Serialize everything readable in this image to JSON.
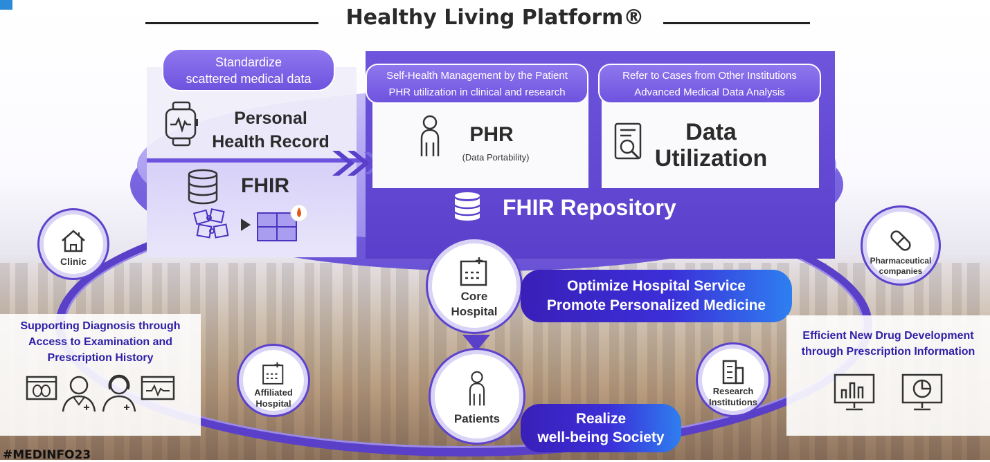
{
  "title": "Healthy Living Platform®",
  "standardize_bubble": [
    "Standardize",
    "scattered medical data"
  ],
  "personal_health_record": [
    "Personal",
    "Health Record"
  ],
  "fhir_label": "FHIR",
  "phr_bubble": [
    "Self-Health Management by the Patient",
    "PHR utilization in clinical and research"
  ],
  "phr_title": "PHR",
  "phr_subtitle": "(Data Portability)",
  "data_bubble": [
    "Refer to Cases from Other Institutions",
    "Advanced Medical Data Analysis"
  ],
  "data_title": [
    "Data",
    "Utilization"
  ],
  "repository_label": "FHIR Repository",
  "nodes": {
    "clinic": "Clinic",
    "core_hospital": [
      "Core",
      "Hospital"
    ],
    "affiliated_hospital": [
      "Affiliated",
      "Hospital"
    ],
    "patients": "Patients",
    "research": [
      "Research",
      "Institutions"
    ],
    "pharma": [
      "Pharmaceutical",
      "companies"
    ]
  },
  "optimize_pill": [
    "Optimize Hospital Service",
    "Promote Personalized Medicine"
  ],
  "realize_pill": [
    "Realize",
    "well-being Society"
  ],
  "left_info": [
    "Supporting Diagnosis through",
    "Access to Examination and",
    "Prescription History"
  ],
  "right_info": [
    "Efficient New Drug Development",
    "through Prescription Information"
  ],
  "hashtag": "#MEDINFO23",
  "colors": {
    "primary_purple": "#5a3fcb",
    "light_purple": "#aa9df0",
    "accent_blue": "#2e7ff0",
    "info_text": "#2d1fa8"
  }
}
